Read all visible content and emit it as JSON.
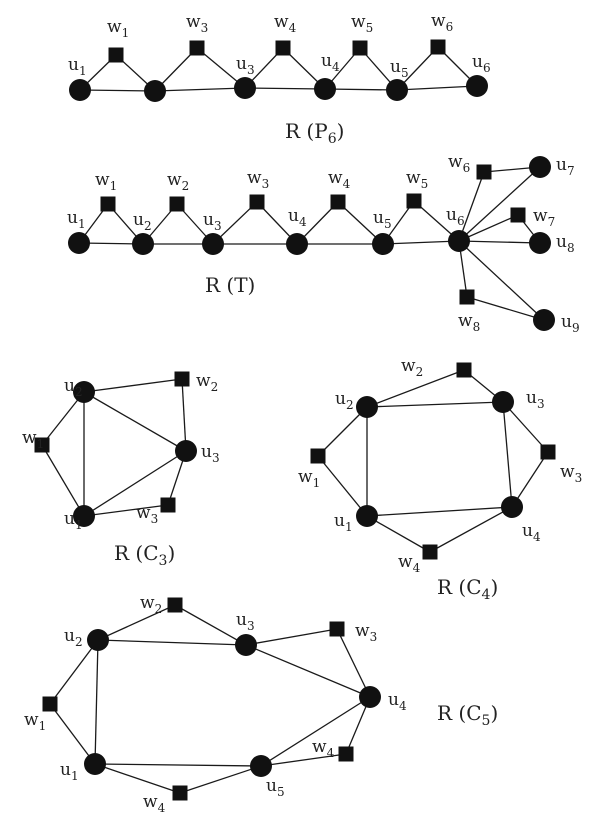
{
  "diagrams": [
    {
      "title": "R (P",
      "title_sub": "6",
      "title_end": ")",
      "vertices": [
        {
          "id": "u1",
          "name": "u",
          "sub": "1",
          "shape": "circle"
        },
        {
          "id": "w1",
          "name": "w",
          "sub": "1",
          "shape": "square"
        },
        {
          "id": "u2",
          "name": "",
          "sub": "",
          "shape": "circle"
        },
        {
          "id": "w3",
          "name": "w",
          "sub": "3",
          "shape": "square"
        },
        {
          "id": "u3",
          "name": "u",
          "sub": "3",
          "shape": "circle"
        },
        {
          "id": "w4",
          "name": "w",
          "sub": "4",
          "shape": "square"
        },
        {
          "id": "u4",
          "name": "u",
          "sub": "4",
          "shape": "circle"
        },
        {
          "id": "w5",
          "name": "w",
          "sub": "5",
          "shape": "square"
        },
        {
          "id": "u5",
          "name": "u",
          "sub": "5",
          "shape": "circle"
        },
        {
          "id": "w6",
          "name": "w",
          "sub": "6",
          "shape": "square"
        },
        {
          "id": "u6",
          "name": "u",
          "sub": "6",
          "shape": "circle"
        }
      ],
      "edges": [
        [
          "u1",
          "u2"
        ],
        [
          "u2",
          "u3"
        ],
        [
          "u3",
          "u4"
        ],
        [
          "u4",
          "u5"
        ],
        [
          "u5",
          "u6"
        ],
        [
          "u1",
          "w1"
        ],
        [
          "w1",
          "u2"
        ],
        [
          "u2",
          "w3"
        ],
        [
          "w3",
          "u3"
        ],
        [
          "u3",
          "w4"
        ],
        [
          "w4",
          "u4"
        ],
        [
          "u4",
          "w5"
        ],
        [
          "w5",
          "u5"
        ],
        [
          "u5",
          "w6"
        ],
        [
          "w6",
          "u6"
        ]
      ]
    },
    {
      "title": "R (T)",
      "title_sub": "",
      "title_end": "",
      "vertices": [
        {
          "id": "u1",
          "name": "u",
          "sub": "1",
          "shape": "circle"
        },
        {
          "id": "w1",
          "name": "w",
          "sub": "1",
          "shape": "square"
        },
        {
          "id": "u2",
          "name": "u",
          "sub": "2",
          "shape": "circle"
        },
        {
          "id": "w2",
          "name": "w",
          "sub": "2",
          "shape": "square"
        },
        {
          "id": "u3",
          "name": "u",
          "sub": "3",
          "shape": "circle"
        },
        {
          "id": "w3",
          "name": "w",
          "sub": "3",
          "shape": "square"
        },
        {
          "id": "u4",
          "name": "u",
          "sub": "4",
          "shape": "circle"
        },
        {
          "id": "w4",
          "name": "w",
          "sub": "4",
          "shape": "square"
        },
        {
          "id": "u5",
          "name": "u",
          "sub": "5",
          "shape": "circle"
        },
        {
          "id": "w5",
          "name": "w",
          "sub": "5",
          "shape": "square"
        },
        {
          "id": "u6",
          "name": "u",
          "sub": "6",
          "shape": "circle"
        },
        {
          "id": "w6",
          "name": "w",
          "sub": "6",
          "shape": "square"
        },
        {
          "id": "u7",
          "name": "u",
          "sub": "7",
          "shape": "circle"
        },
        {
          "id": "w7",
          "name": "w",
          "sub": "7",
          "shape": "square"
        },
        {
          "id": "u8",
          "name": "u",
          "sub": "8",
          "shape": "circle"
        },
        {
          "id": "w8",
          "name": "w",
          "sub": "8",
          "shape": "square"
        },
        {
          "id": "u9",
          "name": "u",
          "sub": "9",
          "shape": "circle"
        }
      ],
      "edges": [
        [
          "u1",
          "u2"
        ],
        [
          "u2",
          "u3"
        ],
        [
          "u3",
          "u4"
        ],
        [
          "u4",
          "u5"
        ],
        [
          "u5",
          "u6"
        ],
        [
          "u1",
          "w1"
        ],
        [
          "w1",
          "u2"
        ],
        [
          "u2",
          "w2"
        ],
        [
          "w2",
          "u3"
        ],
        [
          "u3",
          "w3"
        ],
        [
          "w3",
          "u4"
        ],
        [
          "u4",
          "w4"
        ],
        [
          "w4",
          "u5"
        ],
        [
          "u5",
          "w5"
        ],
        [
          "w5",
          "u6"
        ],
        [
          "u6",
          "u7"
        ],
        [
          "u6",
          "w6"
        ],
        [
          "w6",
          "u7"
        ],
        [
          "u6",
          "u8"
        ],
        [
          "u6",
          "w7"
        ],
        [
          "w7",
          "u8"
        ],
        [
          "u6",
          "u9"
        ],
        [
          "u6",
          "w8"
        ],
        [
          "w8",
          "u9"
        ]
      ]
    },
    {
      "title": "R (C",
      "title_sub": "3",
      "title_end": ")",
      "vertices": [
        {
          "id": "u2",
          "name": "u",
          "sub": "2",
          "shape": "circle"
        },
        {
          "id": "w2",
          "name": "w",
          "sub": "2",
          "shape": "square"
        },
        {
          "id": "u3",
          "name": "u",
          "sub": "3",
          "shape": "circle"
        },
        {
          "id": "w3",
          "name": "w",
          "sub": "3",
          "shape": "square"
        },
        {
          "id": "u1",
          "name": "u",
          "sub": "1",
          "shape": "circle"
        },
        {
          "id": "w1",
          "name": "w",
          "sub": "1",
          "shape": "square"
        }
      ],
      "edges": [
        [
          "u1",
          "u2"
        ],
        [
          "u2",
          "u3"
        ],
        [
          "u3",
          "u1"
        ],
        [
          "u2",
          "w2"
        ],
        [
          "w2",
          "u3"
        ],
        [
          "u3",
          "w3"
        ],
        [
          "w3",
          "u1"
        ],
        [
          "u1",
          "w1"
        ],
        [
          "w1",
          "u2"
        ]
      ]
    },
    {
      "title": "R (C",
      "title_sub": "4",
      "title_end": ")",
      "vertices": [
        {
          "id": "u2",
          "name": "u",
          "sub": "2",
          "shape": "circle"
        },
        {
          "id": "w2",
          "name": "w",
          "sub": "2",
          "shape": "square"
        },
        {
          "id": "u3",
          "name": "u",
          "sub": "3",
          "shape": "circle"
        },
        {
          "id": "w3",
          "name": "w",
          "sub": "3",
          "shape": "square"
        },
        {
          "id": "u4",
          "name": "u",
          "sub": "4",
          "shape": "circle"
        },
        {
          "id": "w4",
          "name": "w",
          "sub": "4",
          "shape": "square"
        },
        {
          "id": "u1",
          "name": "u",
          "sub": "1",
          "shape": "circle"
        },
        {
          "id": "w1",
          "name": "w",
          "sub": "1",
          "shape": "square"
        }
      ],
      "edges": [
        [
          "u1",
          "u2"
        ],
        [
          "u2",
          "u3"
        ],
        [
          "u3",
          "u4"
        ],
        [
          "u4",
          "u1"
        ],
        [
          "u2",
          "w2"
        ],
        [
          "w2",
          "u3"
        ],
        [
          "u3",
          "w3"
        ],
        [
          "w3",
          "u4"
        ],
        [
          "u4",
          "w4"
        ],
        [
          "w4",
          "u1"
        ],
        [
          "u1",
          "w1"
        ],
        [
          "w1",
          "u2"
        ]
      ]
    },
    {
      "title": "R (C",
      "title_sub": "5",
      "title_end": ")",
      "vertices": [
        {
          "id": "u2",
          "name": "u",
          "sub": "2",
          "shape": "circle"
        },
        {
          "id": "w2",
          "name": "w",
          "sub": "2",
          "shape": "square"
        },
        {
          "id": "u3",
          "name": "u",
          "sub": "3",
          "shape": "circle"
        },
        {
          "id": "w3",
          "name": "w",
          "sub": "3",
          "shape": "square"
        },
        {
          "id": "u4",
          "name": "u",
          "sub": "4",
          "shape": "circle"
        },
        {
          "id": "w4a",
          "name": "w",
          "sub": "4",
          "shape": "square"
        },
        {
          "id": "u5",
          "name": "u",
          "sub": "5",
          "shape": "circle"
        },
        {
          "id": "w4b",
          "name": "w",
          "sub": "4",
          "shape": "square"
        },
        {
          "id": "u1",
          "name": "u",
          "sub": "1",
          "shape": "circle"
        },
        {
          "id": "w1",
          "name": "w",
          "sub": "1",
          "shape": "square"
        }
      ],
      "edges": [
        [
          "u1",
          "u2"
        ],
        [
          "u2",
          "u3"
        ],
        [
          "u3",
          "u4"
        ],
        [
          "u4",
          "u5"
        ],
        [
          "u5",
          "u1"
        ],
        [
          "u2",
          "w2"
        ],
        [
          "w2",
          "u3"
        ],
        [
          "u3",
          "w3"
        ],
        [
          "w3",
          "u4"
        ],
        [
          "u4",
          "w4a"
        ],
        [
          "w4a",
          "u5"
        ],
        [
          "u5",
          "w4b"
        ],
        [
          "w4b",
          "u1"
        ],
        [
          "u1",
          "w1"
        ],
        [
          "w1",
          "u2"
        ]
      ]
    }
  ]
}
